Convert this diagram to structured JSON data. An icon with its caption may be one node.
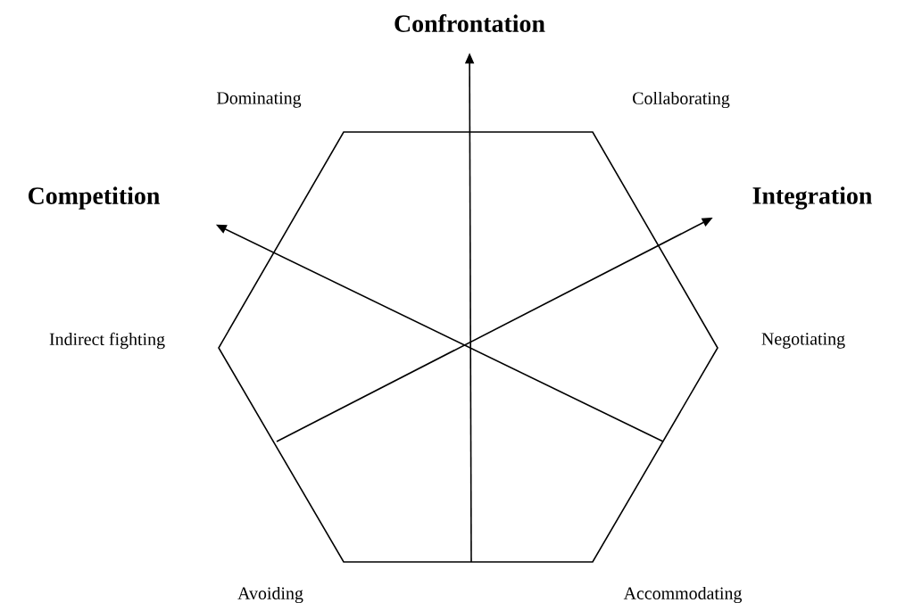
{
  "diagram": {
    "nodes": [
      {
        "text": [
          "Confrontation"
        ]
      },
      {
        "text": [
          "Competition"
        ]
      },
      {
        "text": [
          "Integration"
        ]
      }
    ],
    "edges": [
      {
        "from": null,
        "to": 0,
        "arrow": "to"
      },
      {
        "from": null,
        "to": 1,
        "arrow": "to"
      },
      {
        "from": null,
        "to": 2,
        "arrow": "to"
      }
    ],
    "labels": [
      "Dominating",
      "Collaborating",
      "Indirect fighting",
      "Negotiating",
      "Avoiding",
      "Accommodating"
    ]
  }
}
